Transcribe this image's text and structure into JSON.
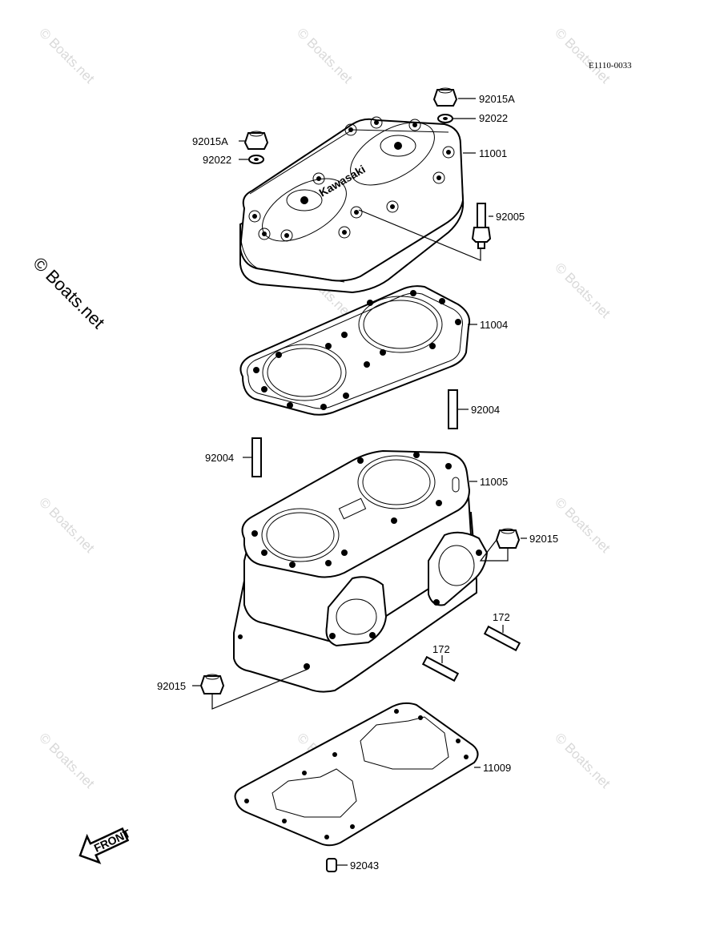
{
  "diagram_code": "E1110-0033",
  "watermark": "© Boats.net",
  "front_label": "FRONT",
  "head_brand": "Kawasaki",
  "callouts": {
    "p92015A_right": "92015A",
    "p92022_right": "92022",
    "p92015A_left": "92015A",
    "p92022_left": "92022",
    "p11001": "11001",
    "p92005": "92005",
    "p11004": "11004",
    "p92004_right": "92004",
    "p92004_left": "92004",
    "p11005": "11005",
    "p92015_right": "92015",
    "p172_upper": "172",
    "p172_lower": "172",
    "p92015_left": "92015",
    "p11009": "11009",
    "p92043": "92043"
  }
}
